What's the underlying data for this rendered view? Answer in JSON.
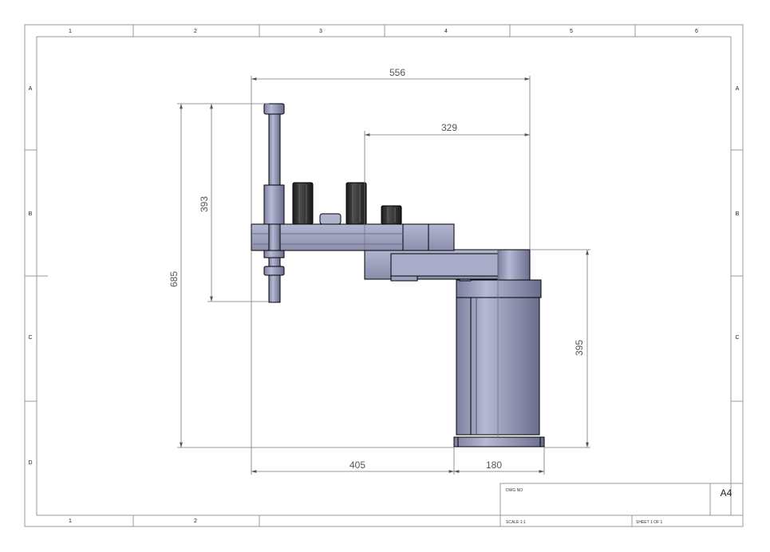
{
  "sheet": {
    "column_labels_top": [
      "1",
      "2",
      "3",
      "4",
      "5",
      "6"
    ],
    "column_labels_bottom": [
      "1",
      "2"
    ],
    "row_labels": [
      "A",
      "B",
      "C",
      "D"
    ]
  },
  "dimensions": {
    "overall_width": "556",
    "upper_offset": "329",
    "total_height": "685",
    "shaft_stroke": "393",
    "base_height": "395",
    "lower_left_width": "405",
    "base_width": "180"
  },
  "title_block": {
    "dwg_no_label": "DWG NO",
    "size": "A4",
    "scale_label": "SCALE:1:1",
    "sheet_label": "SHEET 1 OF 1"
  },
  "colors": {
    "body": "#9da0bf",
    "body_dark": "#6c6f8c",
    "motor_cap": "#303030",
    "lines": "#000000",
    "dim_lines": "#777777"
  }
}
